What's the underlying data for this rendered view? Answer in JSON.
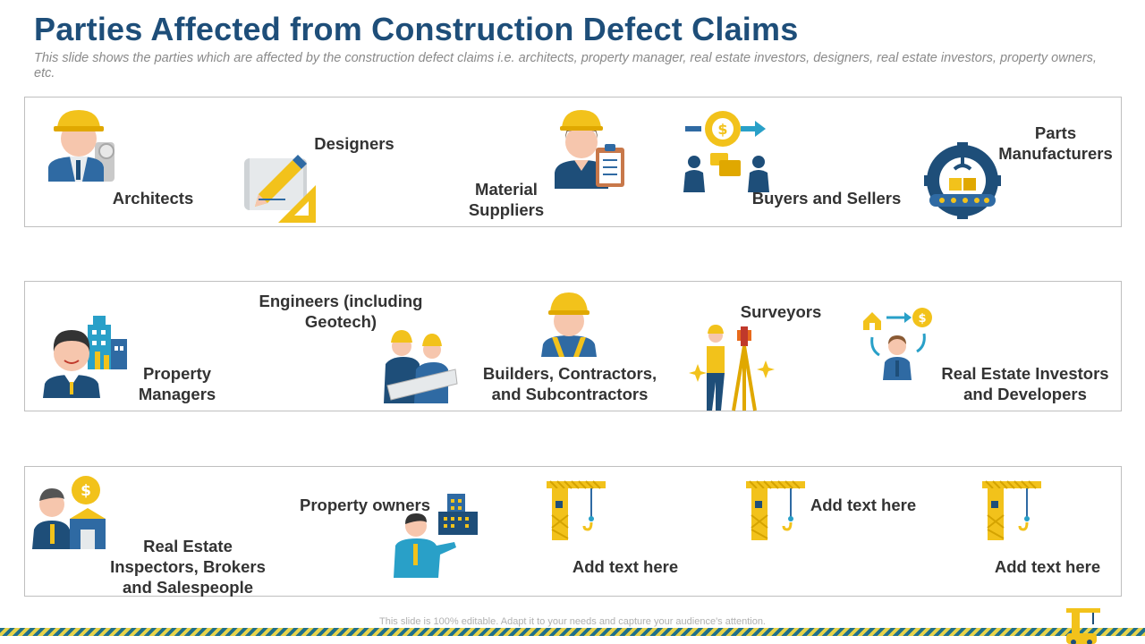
{
  "title": "Parties Affected from Construction Defect Claims",
  "subtitle": "This slide shows the parties which  are affected by the construction defect claims i.e. architects, property manager, real estate investors, designers, real estate investors, property owners,  etc.",
  "row1": {
    "architects": "Architects",
    "designers": "Designers",
    "material_suppliers": "Material\nSuppliers",
    "buyers_sellers": "Buyers and Sellers",
    "parts_manufacturers": "Parts\nManufacturers"
  },
  "row2": {
    "property_managers": "Property\nManagers",
    "engineers": "Engineers (including\nGeotech)",
    "builders": "Builders, Contractors,\nand Subcontractors",
    "surveyors": "Surveyors",
    "investors": "Real Estate Investors\nand Developers"
  },
  "row3": {
    "inspectors": "Real Estate\nInspectors, Brokers\nand Salespeople",
    "property_owners": "Property owners",
    "add1": "Add text here",
    "add2": "Add text here",
    "add3": "Add text here"
  },
  "footer": "This slide is 100% editable. Adapt it to your needs and capture your audience's attention.",
  "icons": [
    "architect-icon",
    "blueprint-pencil-icon",
    "worker-clipboard-icon",
    "dollar-gear-exchange-icon",
    "manufacturing-gear-icon",
    "property-manager-icon",
    "engineers-icon",
    "builder-worker-icon",
    "surveyor-icon",
    "investor-icon",
    "inspector-icon",
    "property-owner-icon",
    "crane-icon",
    "crane-icon",
    "crane-icon",
    "crane-logo-icon"
  ],
  "colors": {
    "title": "#1e4e79",
    "navy": "#1e4e79",
    "yellow": "#f2c21b",
    "stripe_blue": "#1f6f8b",
    "stripe_yellow": "#e6d24a"
  }
}
